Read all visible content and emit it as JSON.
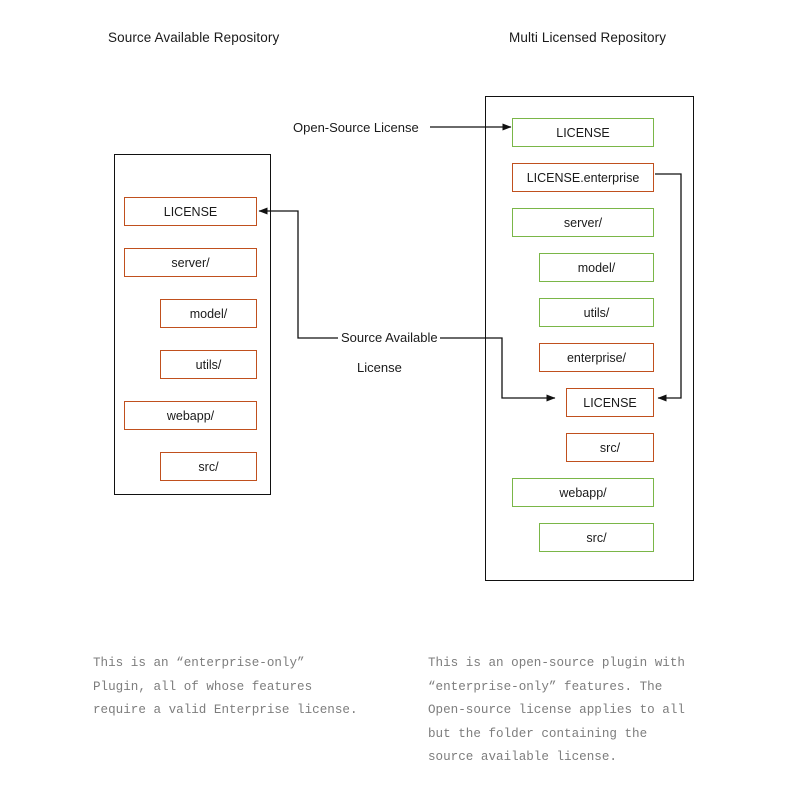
{
  "diagram": {
    "title_left": "Source Available Repository",
    "title_right": "Multi Licensed Repository",
    "colors": {
      "source_available_orange": "#c0501e",
      "open_source_green": "#7ab648",
      "box_outline": "#111111",
      "caption_text": "#7d7d7d"
    },
    "left_repo": {
      "items": [
        {
          "label": "LICENSE",
          "color": "orange",
          "indent": 0
        },
        {
          "label": "server/",
          "color": "orange",
          "indent": 0
        },
        {
          "label": "model/",
          "color": "orange",
          "indent": 1
        },
        {
          "label": "utils/",
          "color": "orange",
          "indent": 1
        },
        {
          "label": "webapp/",
          "color": "orange",
          "indent": 0
        },
        {
          "label": "src/",
          "color": "orange",
          "indent": 1
        }
      ]
    },
    "right_repo": {
      "items": [
        {
          "label": "LICENSE",
          "color": "green",
          "indent": 0
        },
        {
          "label": "LICENSE.enterprise",
          "color": "orange",
          "indent": 0
        },
        {
          "label": "server/",
          "color": "green",
          "indent": 0
        },
        {
          "label": "model/",
          "color": "green",
          "indent": 1
        },
        {
          "label": "utils/",
          "color": "green",
          "indent": 1
        },
        {
          "label": "enterprise/",
          "color": "orange",
          "indent": 1
        },
        {
          "label": "LICENSE",
          "color": "orange",
          "indent": 2
        },
        {
          "label": "src/",
          "color": "orange",
          "indent": 2
        },
        {
          "label": "webapp/",
          "color": "green",
          "indent": 0
        },
        {
          "label": "src/",
          "color": "green",
          "indent": 1
        }
      ]
    },
    "edge_labels": {
      "open_source_license": "Open-Source License",
      "source_available_line1": "Source Available",
      "source_available_line2": "License"
    },
    "captions": {
      "left": "This is an “enterprise-only”\nPlugin, all of whose features\nrequire a valid Enterprise license.",
      "right": "This is an open-source plugin with\n“enterprise-only” features. The\nOpen-source license applies to all\nbut the folder containing the\nsource available license."
    }
  }
}
